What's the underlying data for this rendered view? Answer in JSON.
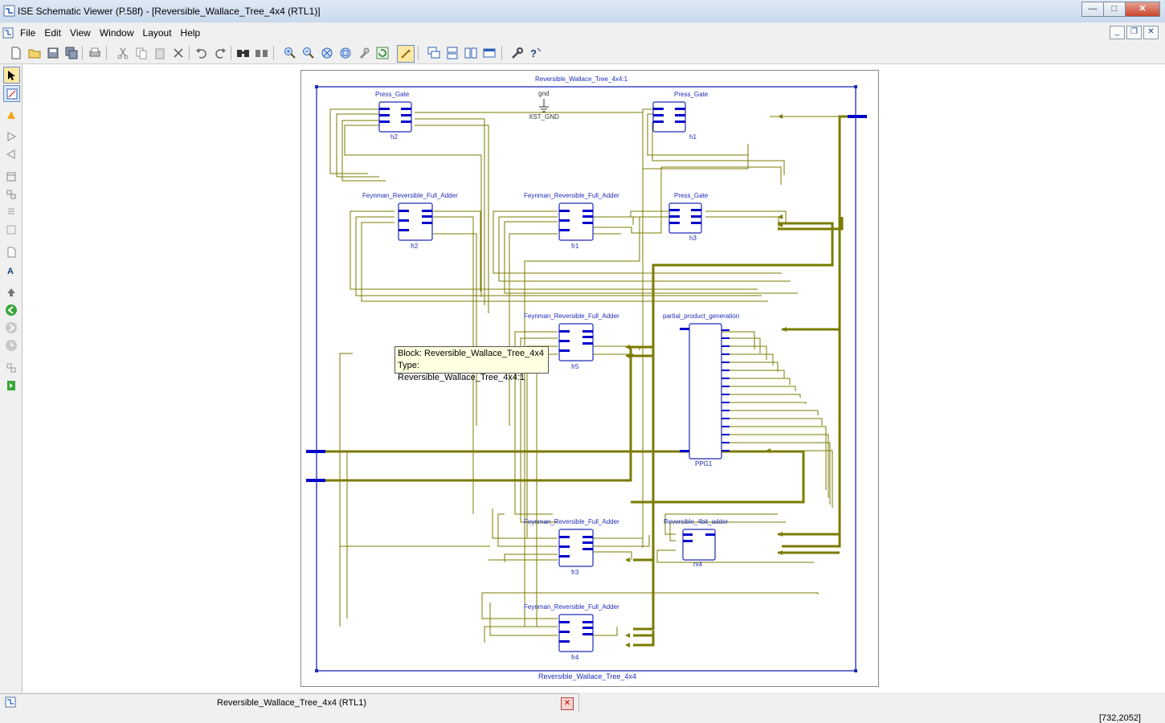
{
  "window": {
    "title": "ISE Schematic Viewer (P.58f) - [Reversible_Wallace_Tree_4x4 (RTL1)]",
    "buttons": [
      "minimize-button",
      "maximize-button",
      "close-button"
    ]
  },
  "menu": {
    "items": [
      "File",
      "Edit",
      "View",
      "Window",
      "Layout",
      "Help"
    ]
  },
  "schematic": {
    "top_instance": "Reversible_Wallace_Tree_4x4:1",
    "bottom_label": "Reversible_Wallace_Tree_4x4",
    "gnd_label": "gnd",
    "xst_gnd": "XST_GND",
    "blocks": [
      {
        "type": "Press_Gate",
        "instance": "h2"
      },
      {
        "type": "Press_Gate",
        "instance": "h1"
      },
      {
        "type": "Press_Gate",
        "instance": "h3"
      },
      {
        "type": "Feynman_Reversible_Full_Adder",
        "instance": "fr2"
      },
      {
        "type": "Feynman_Reversible_Full_Adder",
        "instance": "fr1"
      },
      {
        "type": "Feynman_Reversible_Full_Adder",
        "instance": "fr5"
      },
      {
        "type": "Feynman_Reversible_Full_Adder",
        "instance": "fr3"
      },
      {
        "type": "Feynman_Reversible_Full_Adder",
        "instance": "fr4"
      },
      {
        "type": "partial_product_generation",
        "instance": "PPG1"
      },
      {
        "type": "Reversible_4bit_adder",
        "instance": "rx4"
      }
    ]
  },
  "tooltip": {
    "block": "Block: Reversible_Wallace_Tree_4x4",
    "type": "Type: Reversible_Wallace_Tree_4x4:1"
  },
  "bottom_tab": {
    "label": "Reversible_Wallace_Tree_4x4 (RTL1)"
  },
  "status": {
    "coords": "[732,2052]"
  },
  "colors": {
    "wire": "#7b7b00",
    "block": "#1f2bb8",
    "pin": "#0000cc",
    "tooltip_bg": "#ffffe1"
  }
}
